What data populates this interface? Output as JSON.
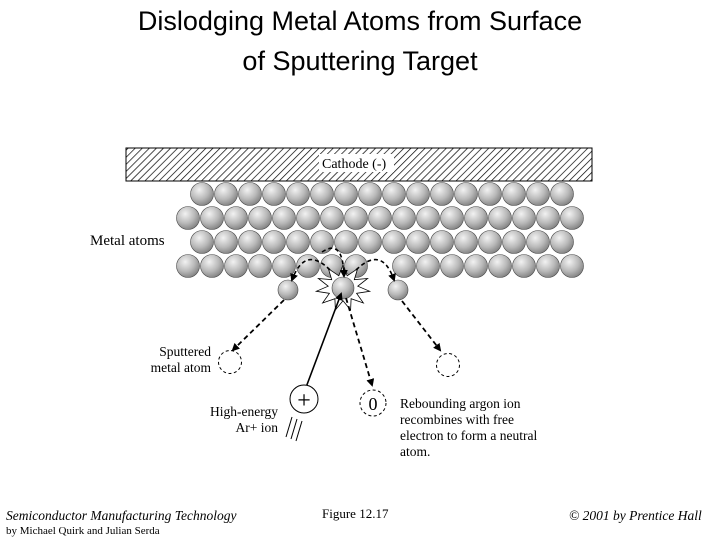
{
  "title": {
    "line1": "Dislodging Metal Atoms from Surface",
    "line2": "of Sputtering Target"
  },
  "diagram": {
    "cathode_label": "Cathode (-)",
    "metal_atoms_label": "Metal atoms",
    "sputtered_label": [
      "Sputtered",
      "metal atom"
    ],
    "ion_label": [
      "High-energy",
      "Ar+ ion"
    ],
    "ion_symbol": "+",
    "neutral_symbol": "0",
    "rebound_label": [
      "Rebounding argon ion",
      "recombines with free",
      "electron to form a neutral",
      "atom."
    ],
    "colors": {
      "atom_dark": "#8a8a8a",
      "atom_light": "#f2f2f2",
      "line": "#000000"
    }
  },
  "footer": {
    "book": "Semiconductor Manufacturing Technology",
    "authors": "by Michael Quirk and Julian Serda",
    "figure": "Figure 12.17",
    "copyright": "© 2001 by Prentice Hall"
  }
}
